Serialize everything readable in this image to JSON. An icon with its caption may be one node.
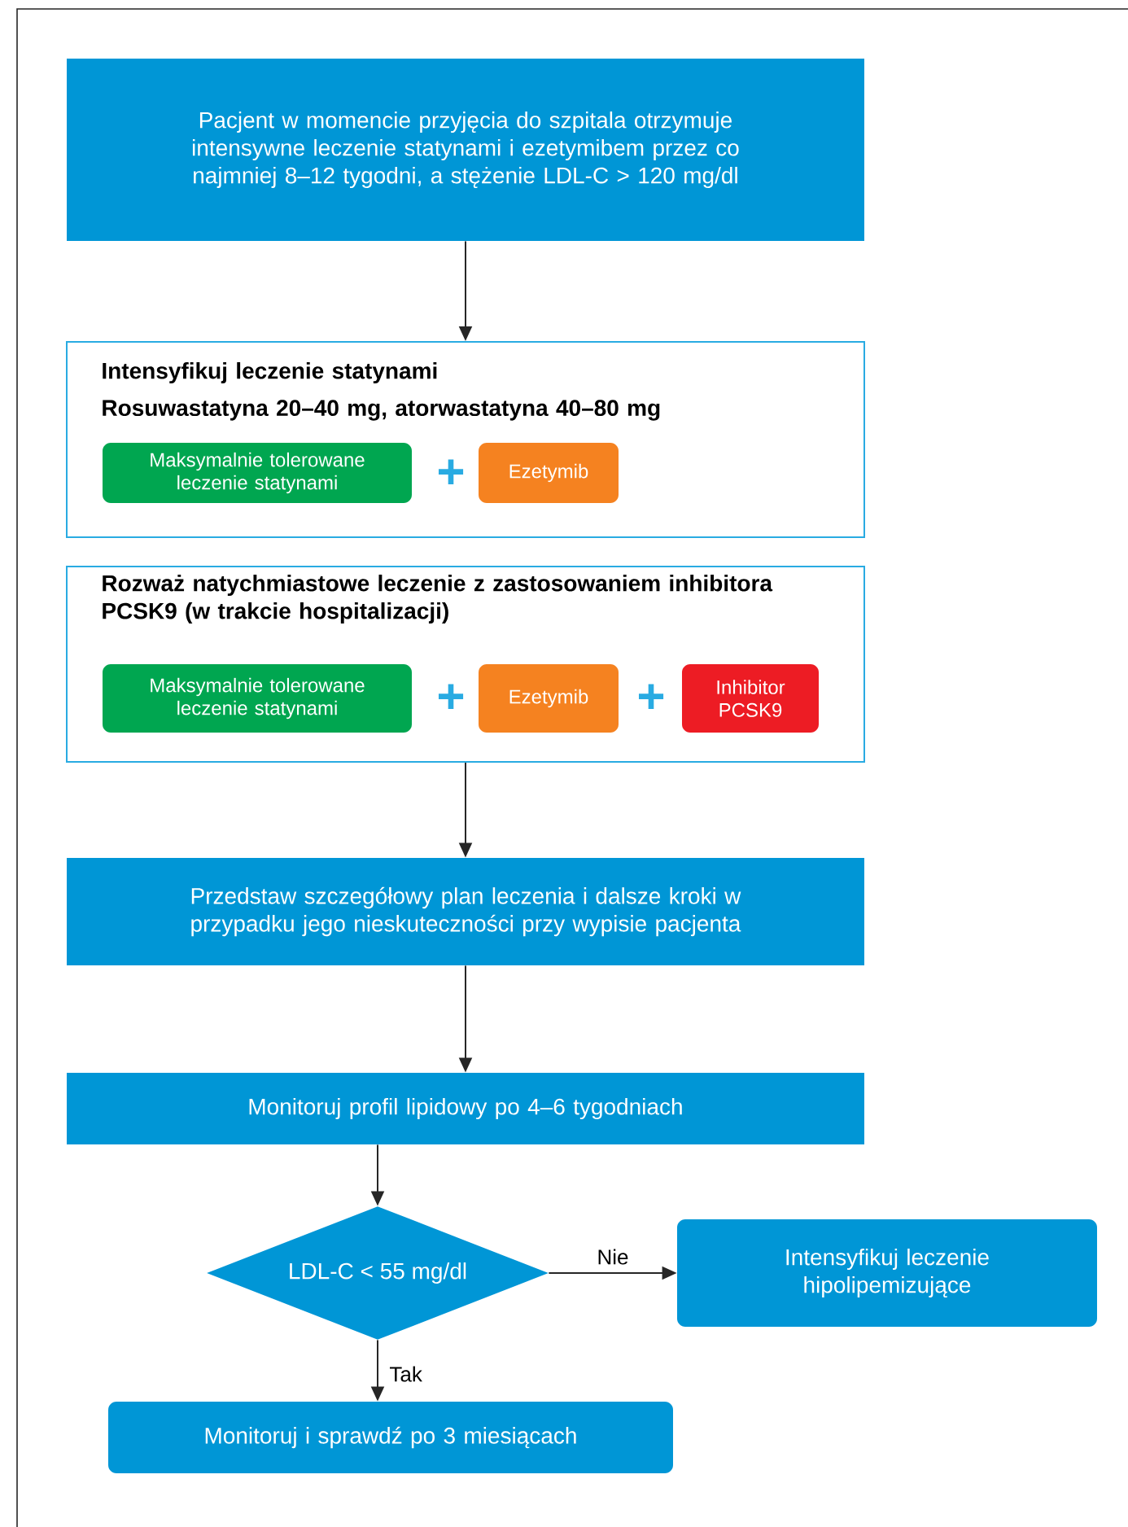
{
  "diagram": {
    "nodes": [
      {
        "text": [
          "Pacjent w momencie przyjęcia do szpitala otrzymuje intensywne leczenie statynami i ezetymibem przez co najmniej 8–12 tygodni, a stężenie LDL-C > 120 mg/dl"
        ]
      },
      {
        "text": [
          "Intensyfikuj leczenie statynami",
          "Rosuwastatyna 20–40 mg, atorwastatyna 40–80 mg"
        ]
      },
      {
        "text": [
          "Maksymalnie tolerowane leczenie statynami"
        ],
        "in": 1
      },
      {
        "text": [
          "Ezetymib"
        ],
        "in": 1
      },
      {
        "text": [
          "Rozważ natychmiastowe leczenie z zastosowaniem inhibitora PCSK9 (w trakcie hospitalizacji)"
        ]
      },
      {
        "text": [
          "Maksymalnie tolerowane leczenie statynami"
        ],
        "in": 4
      },
      {
        "text": [
          "Ezetymib"
        ],
        "in": 4
      },
      {
        "text": [
          "Inhibitor PCSK9"
        ],
        "in": 4
      },
      {
        "text": [
          "Przedstaw szczegółowy plan leczenia i dalsze kroki w przypadku jego nieskuteczności przy wypisie pacjenta"
        ]
      },
      {
        "text": [
          "Monitoruj profil lipidowy po 4–6 tygodniach"
        ]
      },
      {
        "text": [
          "LDL-C < 55 mg/dl"
        ]
      },
      {
        "text": [
          "Intensyfikuj leczenie hipolipemizujące"
        ]
      },
      {
        "text": [
          "Monitoruj i sprawdź po 3 miesiącach"
        ]
      }
    ],
    "edges": [
      {
        "from": 0,
        "to": 1,
        "arrow": "to"
      },
      {
        "from": 4,
        "to": 8,
        "arrow": "to"
      },
      {
        "from": 8,
        "to": 9,
        "arrow": "to"
      },
      {
        "from": 9,
        "to": 10,
        "arrow": "to"
      },
      {
        "from": 10,
        "to": 11,
        "arrow": "to",
        "label": "Nie"
      },
      {
        "from": 10,
        "to": 12,
        "arrow": "to",
        "label": "Tak"
      }
    ],
    "labels": [
      "+",
      "+",
      "+"
    ]
  }
}
